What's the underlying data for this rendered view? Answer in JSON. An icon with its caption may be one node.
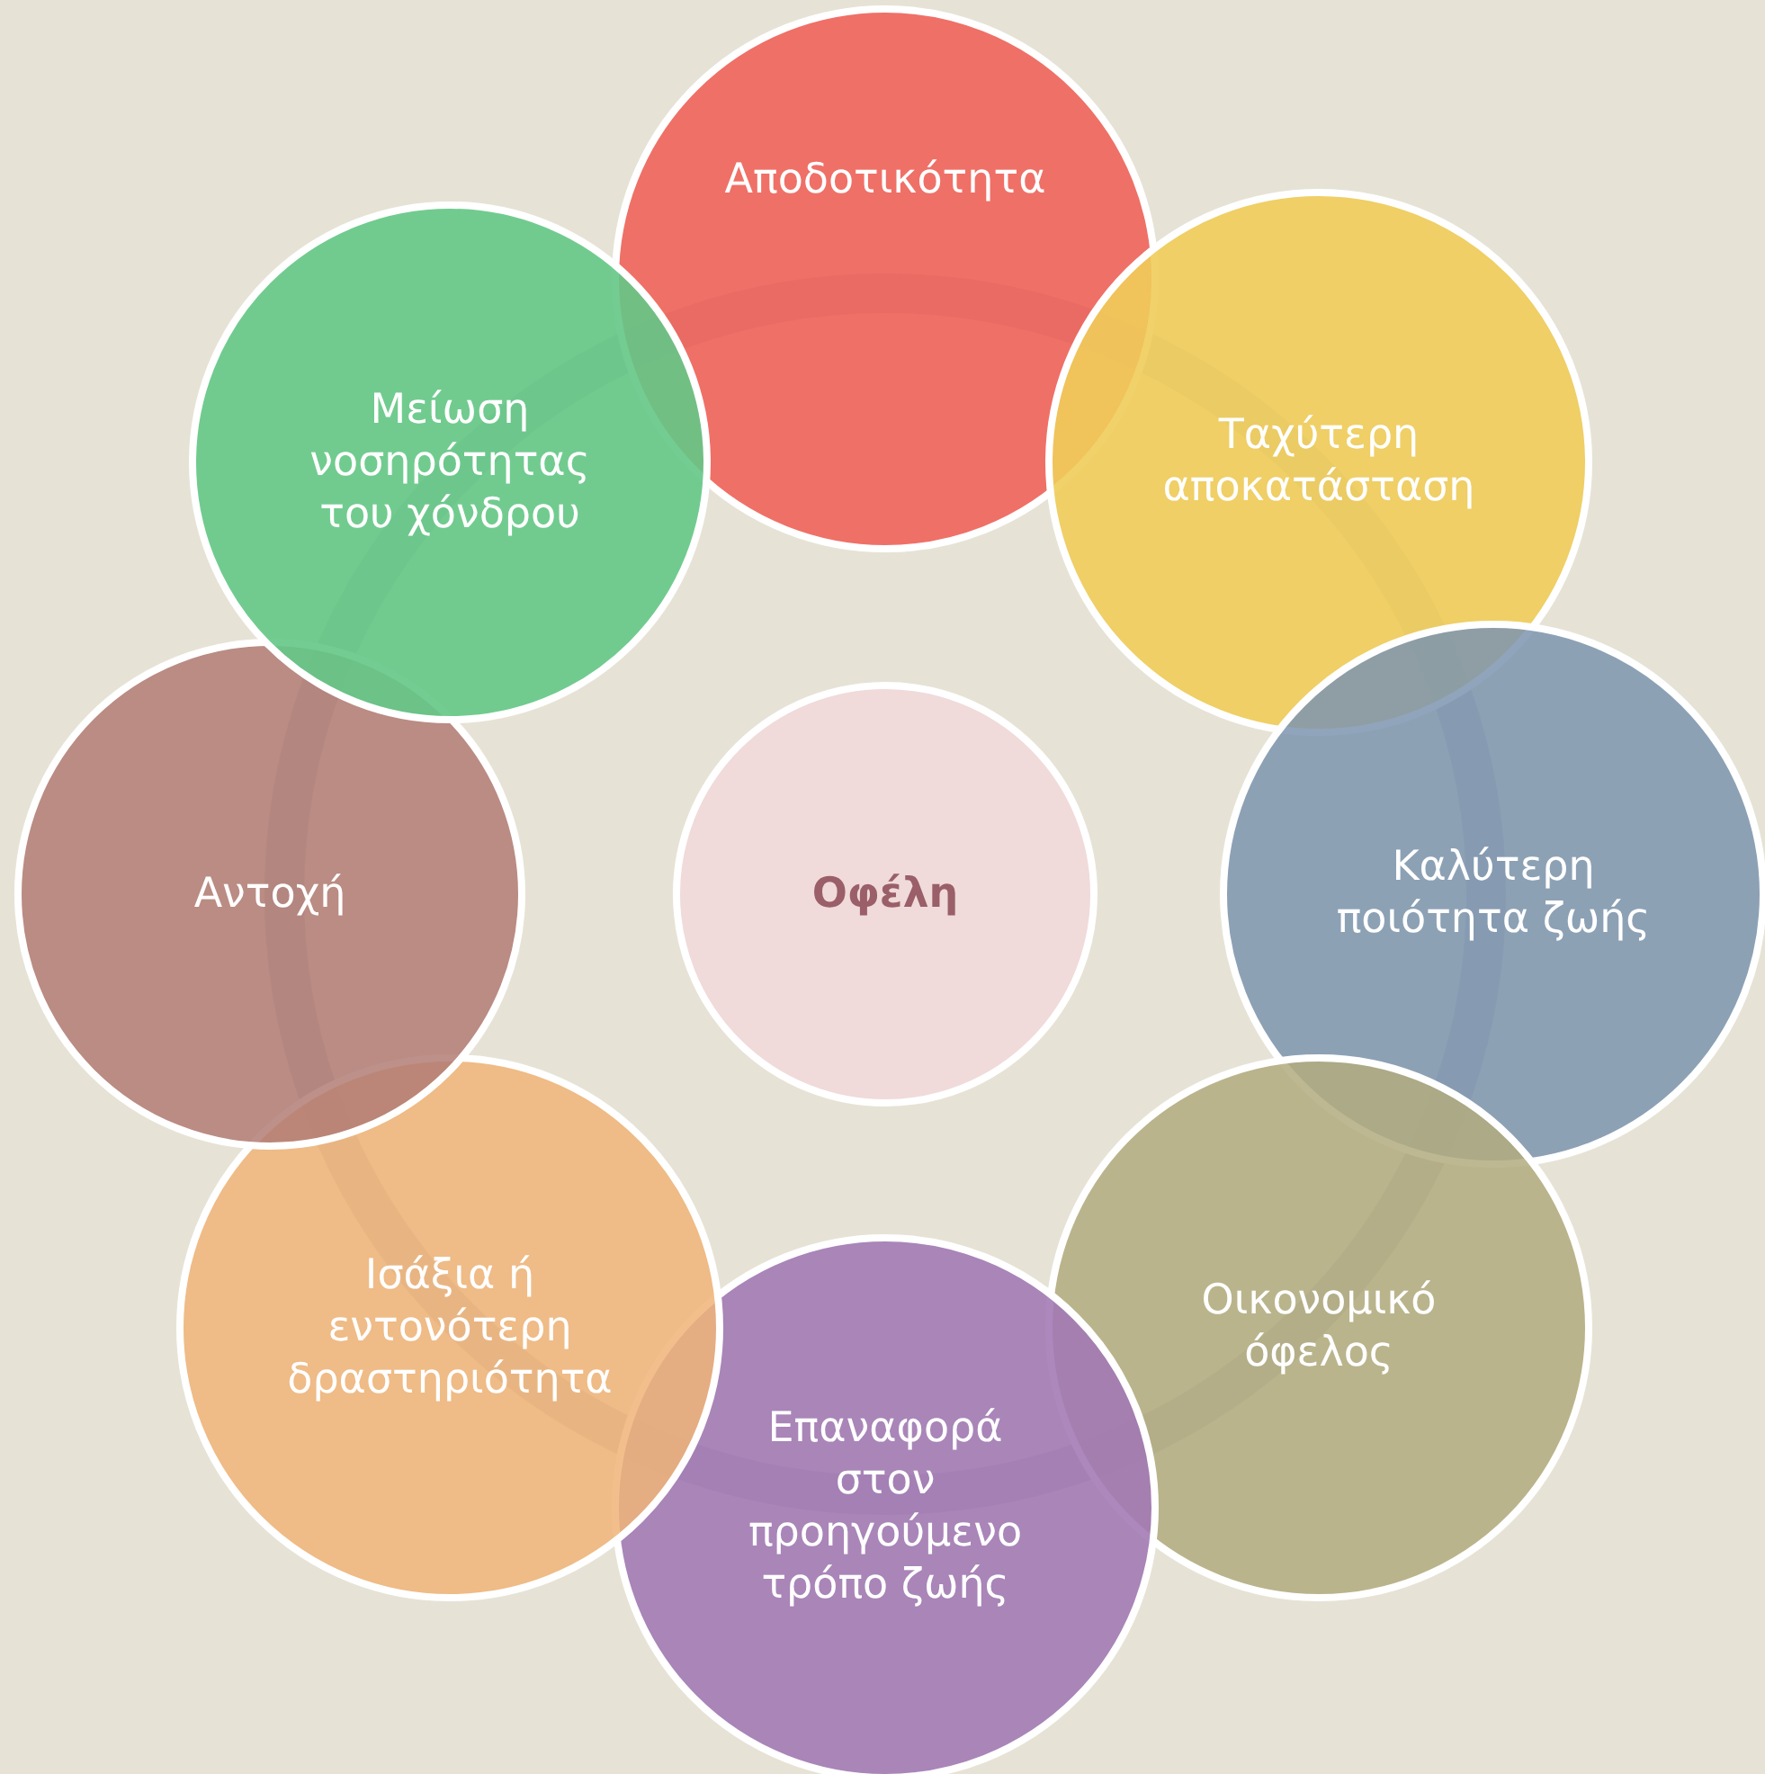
{
  "diagram": {
    "nodes": [
      {
        "text": [
          "Οφέλη"
        ]
      },
      {
        "text": [
          "Αποδοτικότητα"
        ]
      },
      {
        "text": [
          "Ταχύτερη αποκατάσταση"
        ]
      },
      {
        "text": [
          "Καλύτερη ποιότητα ζωής"
        ]
      },
      {
        "text": [
          "Οικονομικό όφελος"
        ]
      },
      {
        "text": [
          "Επαναφορά στον προηγούμενο τρόπο ζωής"
        ]
      },
      {
        "text": [
          "Ισάξια ή εντονότερη δραστηριότητα"
        ]
      },
      {
        "text": [
          "Αντοχή"
        ]
      },
      {
        "text": [
          "Μείωση νοσηρότητας του χόνδρου"
        ]
      }
    ]
  }
}
